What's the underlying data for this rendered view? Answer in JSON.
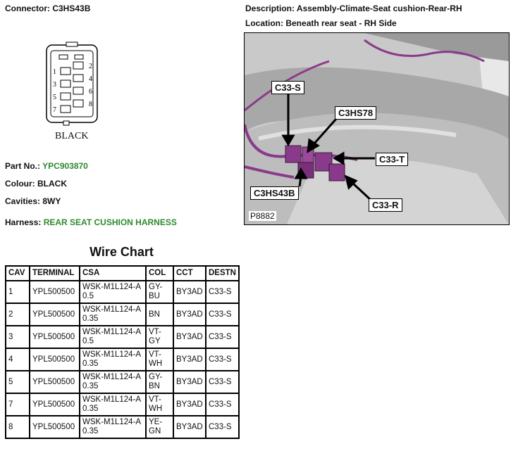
{
  "connector": {
    "label": "Connector:",
    "value": "C3HS43B",
    "color_name": "BLACK",
    "pins": [
      "1",
      "2",
      "3",
      "4",
      "5",
      "6",
      "7",
      "8"
    ]
  },
  "description": {
    "label": "Description:",
    "value": "Assembly-Climate-Seat cushion-Rear-RH"
  },
  "location": {
    "label": "Location:",
    "value": "Beneath rear seat - RH Side"
  },
  "part_no": {
    "label": "Part No.:",
    "value": "YPC903870"
  },
  "colour": {
    "label": "Colour:",
    "value": "BLACK"
  },
  "cavities": {
    "label": "Cavities:",
    "value": "8WY"
  },
  "harness": {
    "label": "Harness:",
    "value": "REAR SEAT CUSHION HARNESS"
  },
  "photo": {
    "id": "P8882",
    "callouts": [
      "C33-S",
      "C3HS78",
      "C33-T",
      "C3HS43B",
      "C33-R"
    ]
  },
  "wire_chart": {
    "title": "Wire Chart",
    "headers": [
      "CAV",
      "TERMINAL",
      "CSA",
      "COL",
      "CCT",
      "DESTN"
    ],
    "rows": [
      [
        "1",
        "YPL500500",
        "WSK-M1L124-A 0.5",
        "GY-BU",
        "BY3AD",
        "C33-S"
      ],
      [
        "2",
        "YPL500500",
        "WSK-M1L124-A 0.35",
        "BN",
        "BY3AD",
        "C33-S"
      ],
      [
        "3",
        "YPL500500",
        "WSK-M1L124-A 0.5",
        "VT-GY",
        "BY3AD",
        "C33-S"
      ],
      [
        "4",
        "YPL500500",
        "WSK-M1L124-A 0.35",
        "VT-WH",
        "BY3AD",
        "C33-S"
      ],
      [
        "5",
        "YPL500500",
        "WSK-M1L124-A 0.35",
        "GY-BN",
        "BY3AD",
        "C33-S"
      ],
      [
        "7",
        "YPL500500",
        "WSK-M1L124-A 0.35",
        "VT-WH",
        "BY3AD",
        "C33-S"
      ],
      [
        "8",
        "YPL500500",
        "WSK-M1L124-A 0.35",
        "YE-GN",
        "BY3AD",
        "C33-S"
      ]
    ]
  },
  "colors": {
    "harness_green": "#2e8b2e",
    "wire_purple": "#8a3a8a"
  }
}
